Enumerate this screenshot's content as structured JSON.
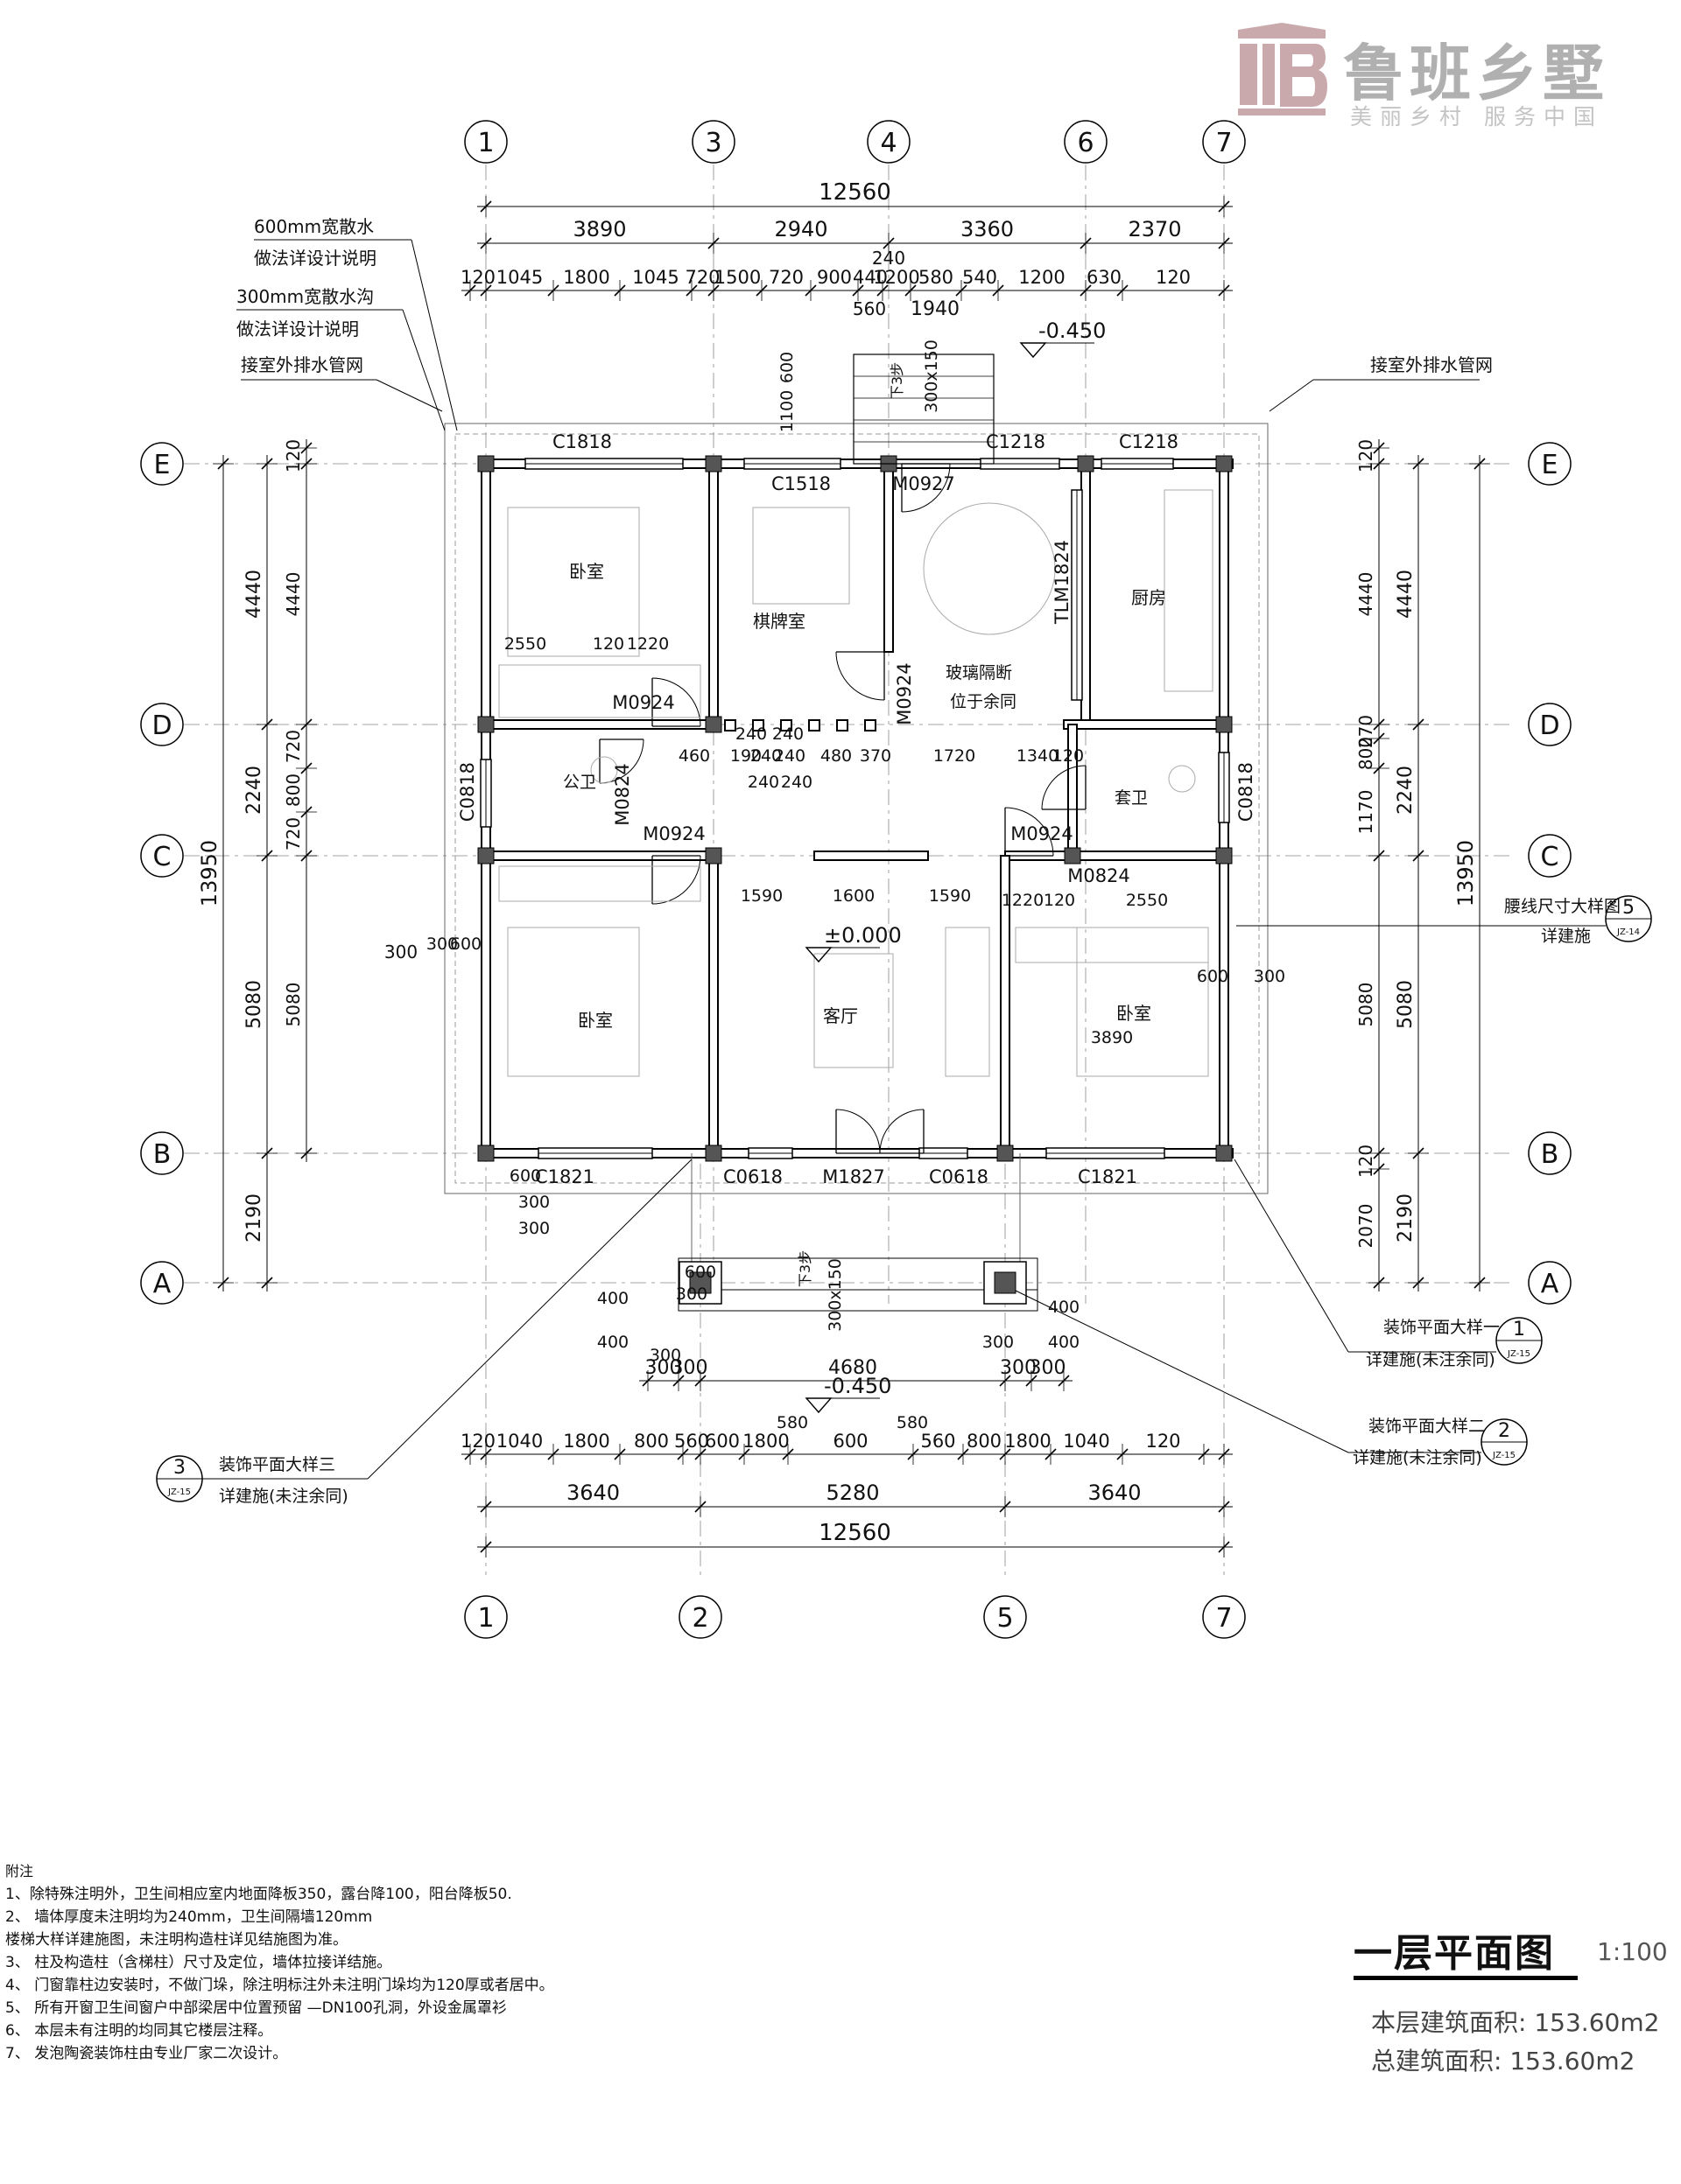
{
  "logo": {
    "title": "鲁班乡墅",
    "subtitle": "美丽乡村  服务中国",
    "color": "#b0b0b0"
  },
  "axes": {
    "top": [
      "1",
      "3",
      "4",
      "6",
      "7"
    ],
    "bottom": [
      "1",
      "2",
      "5",
      "7"
    ],
    "left": [
      "E",
      "D",
      "C",
      "B",
      "A"
    ],
    "right": [
      "E",
      "D",
      "C",
      "B",
      "A"
    ]
  },
  "dims": {
    "total": "12560",
    "top1": [
      "3890",
      "2940",
      "3360",
      "2370"
    ],
    "top2": [
      "120",
      "1045",
      "1800",
      "1045",
      "720",
      "1500",
      "720",
      "900",
      "440",
      "1200",
      "580",
      "540",
      "1200",
      "630",
      "120"
    ],
    "step": [
      "240",
      "560",
      "1940",
      "1100",
      "600",
      "300x150",
      "下3步"
    ],
    "left_outer": [
      "13950"
    ],
    "left1": [
      "4440",
      "2240",
      "5080",
      "2190"
    ],
    "left2": [
      "120",
      "4440",
      "720",
      "800",
      "720",
      "5080"
    ],
    "right1": [
      "120",
      "4440",
      "270",
      "800",
      "1170",
      "5080",
      "120",
      "2070"
    ],
    "right_outer": [
      "4440",
      "2240",
      "5080",
      "2190",
      "13950"
    ],
    "bottom1": [
      "300",
      "300",
      "4680",
      "300",
      "300"
    ],
    "bottom2": [
      "120",
      "1040",
      "1800",
      "800",
      "560",
      "600",
      "1800",
      "600",
      "560",
      "800",
      "1800",
      "1040",
      "120"
    ],
    "bottom3": [
      "3640",
      "5280",
      "3640"
    ],
    "inner": [
      "2550",
      "120",
      "1220",
      "460",
      "190",
      "240",
      "240",
      "480",
      "370",
      "1720",
      "1340",
      "120",
      "240",
      "240",
      "240",
      "240",
      "1590",
      "1600",
      "1590",
      "1220",
      "120",
      "2550",
      "3890",
      "600",
      "300",
      "300",
      "600",
      "300",
      "300",
      "600",
      "600",
      "300",
      "400",
      "400",
      "300",
      "580",
      "580",
      "300",
      "400",
      "400"
    ]
  },
  "elevations": {
    "top": "-0.450",
    "floor": "±0.000",
    "bottom": "-0.450"
  },
  "rooms": {
    "bed1": "卧室",
    "chess": "棋牌室",
    "kitchen": "厨房",
    "bath1": "公卫",
    "bath2": "套卫",
    "bed2": "卧室",
    "living": "客厅",
    "bed3": "卧室",
    "glass": "玻璃隔断",
    "glass2": "位于余同"
  },
  "openings": [
    "C1818",
    "C1518",
    "M0927",
    "C1218",
    "C1218",
    "TLM1824",
    "M0924",
    "M0924",
    "M0824",
    "M0924",
    "C0818",
    "C0818",
    "M0924",
    "M0824",
    "C1821",
    "C0618",
    "M1827",
    "C0618",
    "C1821"
  ],
  "callouts": {
    "a1": "600mm宽散水",
    "a2": "做法详设计说明",
    "b1": "300mm宽散水沟",
    "b2": "做法详设计说明",
    "c": "接室外排水管网",
    "d": "接室外排水管网",
    "e1": "腰线尺寸大样图",
    "e2": "详建施",
    "e_num": "5",
    "e_ref": "JZ-14",
    "f1": "装饰平面大样一",
    "f2": "详建施(未注余同)",
    "f_num": "1",
    "f_ref": "JZ-15",
    "g1": "装饰平面大样二",
    "g2": "详建施(未注余同)",
    "g_num": "2",
    "g_ref": "JZ-15",
    "h1": "装饰平面大样三",
    "h2": "详建施(未注余同)",
    "h_num": "3",
    "h_ref": "JZ-15"
  },
  "notes": {
    "header": "附注",
    "items": [
      "1、除特殊注明外，卫生间相应室内地面降板350，露台降100，阳台降板50.",
      "2、 墙体厚度未注明均为240mm，卫生间隔墙120mm",
      "    楼梯大样详建施图，未注明构造柱详见结施图为准。",
      "3、 柱及构造柱（含梯柱）尺寸及定位，墙体拉接详结施。",
      "4、 门窗靠柱边安装时，不做门垛，除注明标注外未注明门垛均为120厚或者居中。",
      "5、 所有开窗卫生间窗户中部梁居中位置预留  —DN100孔洞，外设金属罩衫",
      "6、 本层未有注明的均同其它楼层注释。",
      "7、 发泡陶瓷装饰柱由专业厂家二次设计。"
    ]
  },
  "titleblock": {
    "title": "一层平面图",
    "scale": "1:100",
    "area_label": "本层建筑面积:",
    "area_value": "153.60m2",
    "total_label": "总建筑面积:",
    "total_value": "153.60m2"
  }
}
